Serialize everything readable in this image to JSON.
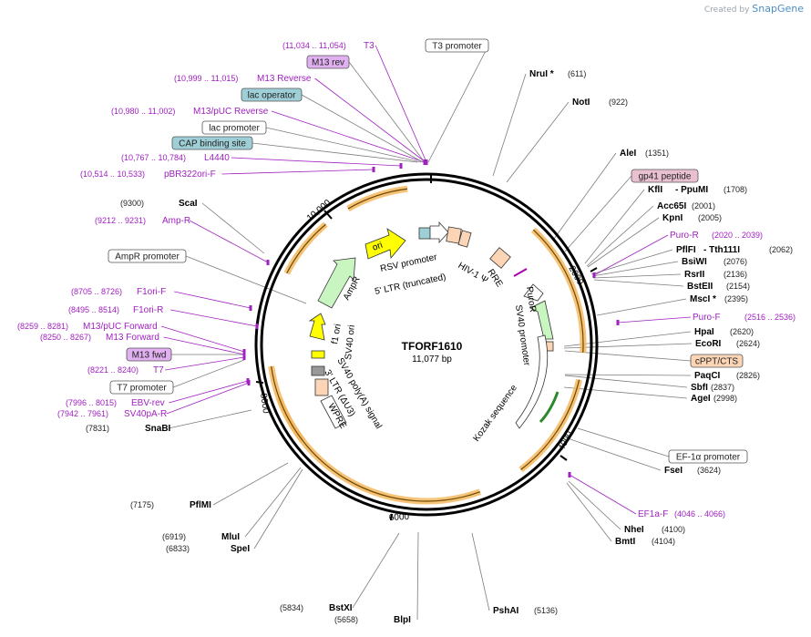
{
  "credit": {
    "prefix": "Created by",
    "brand": "SnapGene"
  },
  "plasmid": {
    "name": "TFORF1610",
    "length": "11,077 bp"
  },
  "ticks": [
    "10,000",
    "2000",
    "4000",
    "6000",
    "8000"
  ],
  "enzymes": [
    {
      "name": "NruI *",
      "pos": "(611)"
    },
    {
      "name": "NotI",
      "pos": "(922)"
    },
    {
      "name": "AleI",
      "pos": "(1351)"
    },
    {
      "name": "KflI",
      "extra": "PpuMI",
      "pos": "(1708)"
    },
    {
      "name": "Acc65I",
      "pos": "(2001)"
    },
    {
      "name": "KpnI",
      "pos": "(2005)"
    },
    {
      "name": "PflFI",
      "extra": "Tth111I",
      "pos": "(2062)"
    },
    {
      "name": "BsiWI",
      "pos": "(2076)"
    },
    {
      "name": "RsrII",
      "pos": "(2136)"
    },
    {
      "name": "BstEII",
      "pos": "(2154)"
    },
    {
      "name": "MscI *",
      "pos": "(2395)"
    },
    {
      "name": "HpaI",
      "pos": "(2620)"
    },
    {
      "name": "EcoRI",
      "pos": "(2624)"
    },
    {
      "name": "PaqCI",
      "pos": "(2826)"
    },
    {
      "name": "SbfI",
      "pos": "(2837)"
    },
    {
      "name": "AgeI",
      "pos": "(2998)"
    },
    {
      "name": "FseI",
      "pos": "(3624)"
    },
    {
      "name": "NheI",
      "pos": "(4100)"
    },
    {
      "name": "BmtI",
      "pos": "(4104)"
    },
    {
      "name": "PshAI",
      "pos": "(5136)"
    },
    {
      "name": "BlpI",
      "pos": "(5658)"
    },
    {
      "name": "BstXI",
      "pos": "(5834)"
    },
    {
      "name": "SpeI",
      "pos": "(6833)"
    },
    {
      "name": "MluI",
      "pos": "(6919)"
    },
    {
      "name": "PflMI",
      "pos": "(7175)"
    },
    {
      "name": "SnaBI",
      "pos": "(7831)"
    },
    {
      "name": "ScaI",
      "pos": "(9300)"
    }
  ],
  "primers": [
    {
      "name": "T3",
      "pos": "(11,034 .. 11,054)"
    },
    {
      "name": "M13 Reverse",
      "pos": "(10,999 .. 11,015)"
    },
    {
      "name": "M13/pUC Reverse",
      "pos": "(10,980 .. 11,002)"
    },
    {
      "name": "L4440",
      "pos": "(10,767 .. 10,784)"
    },
    {
      "name": "pBR322ori-F",
      "pos": "(10,514 .. 10,533)"
    },
    {
      "name": "Amp-R",
      "pos": "(9212 .. 9231)"
    },
    {
      "name": "F1ori-F",
      "pos": "(8705 .. 8726)"
    },
    {
      "name": "F1ori-R",
      "pos": "(8495 .. 8514)"
    },
    {
      "name": "M13/pUC Forward",
      "pos": "(8259 .. 8281)"
    },
    {
      "name": "M13 Forward",
      "pos": "(8250 .. 8267)"
    },
    {
      "name": "T7",
      "pos": "(8221 .. 8240)"
    },
    {
      "name": "EBV-rev",
      "pos": "(7996 .. 8015)"
    },
    {
      "name": "SV40pA-R",
      "pos": "(7942 .. 7961)"
    },
    {
      "name": "Puro-R",
      "pos": "(2020 .. 2039)"
    },
    {
      "name": "Puro-F",
      "pos": "(2516 .. 2536)"
    },
    {
      "name": "EF1a-F",
      "pos": "(4046 .. 4066)"
    }
  ],
  "boxes": {
    "m13_rev": "M13 rev",
    "t3_promoter": "T3 promoter",
    "lac_operator": "lac operator",
    "lac_promoter": "lac promoter",
    "cap_site": "CAP binding site",
    "gp41": "gp41 peptide",
    "ampr_promoter": "AmpR promoter",
    "m13_fwd": "M13 fwd",
    "t7_promoter": "T7 promoter",
    "cppt": "cPPT/CTS",
    "ef1a_promoter": "EF-1α promoter"
  },
  "features": {
    "ori": "ori",
    "ampr": "AmpR",
    "f1ori": "f1 ori",
    "sv40ori": "SV40 ori",
    "rsv": "RSV promoter",
    "ltr5": "5' LTR (truncated)",
    "hiv": "HIV-1 Ψ",
    "rre": "RRE",
    "puror": "PuroR",
    "sv40prom": "SV40 promoter",
    "kozak": "Kozak sequence",
    "sv40pa": "SV40 poly(A) signal",
    "ltr3": "3' LTR (ΔU3)",
    "wpre": "WPRE"
  },
  "colors": {
    "backbone": "#000000",
    "cds_orange": "#f4b860",
    "ori_yellow": "#ffff00",
    "ampr_green": "#c8f5c0",
    "primer": "#a020c0",
    "peach": "#fbd5b5",
    "lac_blue": "#9fcfd6",
    "m13_purple": "#e0b0f0",
    "gp41_pink": "#e8c0d0"
  }
}
